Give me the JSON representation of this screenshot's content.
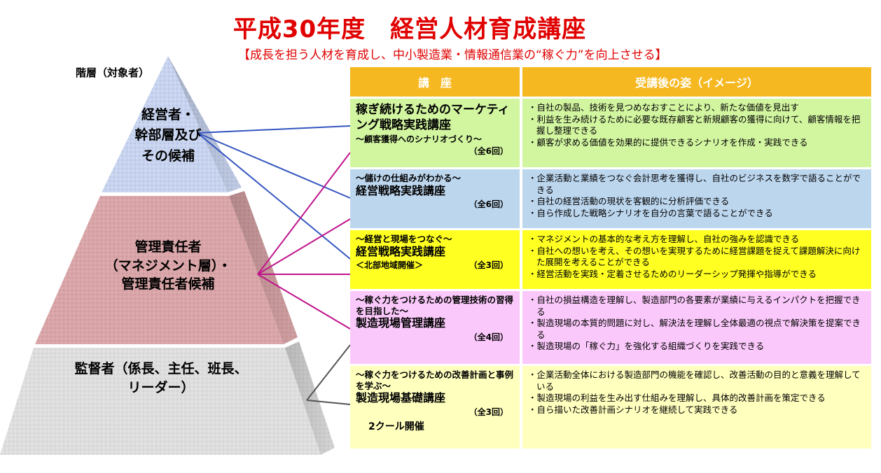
{
  "title": "平成30年度　経営人材育成講座",
  "subtitle": "【成長を担う人材を育成し、中小製造業・情報通信業の“稼ぐ力”を向上させる】",
  "pyramid": {
    "header": "階層（対象者）",
    "tiers": [
      {
        "label": "経営者・\n幹部層及び\nその候補",
        "color": "#c8d4ef"
      },
      {
        "label": "管理責任者\n（マネジメント層）・\n管理責任者候補",
        "color": "#d9a5a8"
      },
      {
        "label": "監督者（係長、主任、班長、\nリーダー）",
        "color": "#dedede"
      }
    ]
  },
  "table": {
    "header_course": "講　座",
    "header_image": "受講後の姿（イメージ）",
    "header_color": "#f5b820",
    "rows": [
      {
        "color": "#d2f5a0",
        "pre": "",
        "name": "稼ぎ続けるためのマーケティング戦略実践講座",
        "sub": "～顧客獲得へのシナリオづくり～",
        "count": "（全6回）",
        "note": "",
        "items": [
          "自社の製品、技術を見つめなおすことにより、新たな価値を見出す",
          "利益を生み続けるために必要な既存顧客と新規顧客の獲得に向けて、顧客情報を把握し整理できる",
          "顧客が求める価値を効果的に提供できるシナリオを作成・実践できる"
        ]
      },
      {
        "color": "#bcd6ee",
        "pre": "～儲けの仕組みがわかる～",
        "name": "経営戦略実践講座",
        "sub": "",
        "count": "（全6回）",
        "note": "",
        "items": [
          "企業活動と業績をつなぐ会計思考を獲得し、自社のビジネスを数字で語ることができる",
          "自社の経営活動の現状を客観的に分析評価できる",
          "自ら作成した戦略シナリオを自分の言葉で語ることができる"
        ]
      },
      {
        "color": "#ffff22",
        "pre": "～経営と現場をつなぐ～",
        "name": "経営戦略実践講座",
        "sub": "＜北部地域開催＞",
        "count": "（全3回）",
        "note": "",
        "items": [
          "マネジメントの基本的な考え方を理解し、自社の強みを認識できる",
          "自社への想いを考え、その想いを実現するために経営課題を捉えて課題解決に向けた展開を考えることができる",
          "経営活動を実践・定着させるためのリーダーシップ発揮や指導ができる"
        ]
      },
      {
        "color": "#fac8fa",
        "pre": "～稼ぐ力をつけるための管理技術の習得を目指した～",
        "name": "製造現場管理講座",
        "sub": "",
        "count": "（全4回）",
        "note": "",
        "items": [
          "自社の損益構造を理解し、製造部門の各要素が業績に与えるインパクトを把握できる",
          "製造現場の本質的問題に対し、解決法を理解し全体最適の視点で解決策を提案できる",
          "製造現場の「稼ぐ力」を強化する組織づくりを実践できる"
        ]
      },
      {
        "color": "#ffffbe",
        "pre": "～稼ぐ力をつけるための改善計画と事例を学ぶ～",
        "name": "製造現場基礎講座",
        "sub": "",
        "count": "（全3回）",
        "note": "2クール開催",
        "items": [
          "企業活動全体における製造部門の機能を確認し、改善活動の目的と意義を理解している",
          "製造現場の利益を生み出す仕組みを理解し、具体的改善計画を策定できる",
          "自ら描いた改善計画シナリオを継続して実践できる"
        ]
      }
    ]
  },
  "colors": {
    "title": "#e00000",
    "line_exec": "#3355c0",
    "line_mgr": "#c0148c",
    "line_sup": "#555555"
  }
}
